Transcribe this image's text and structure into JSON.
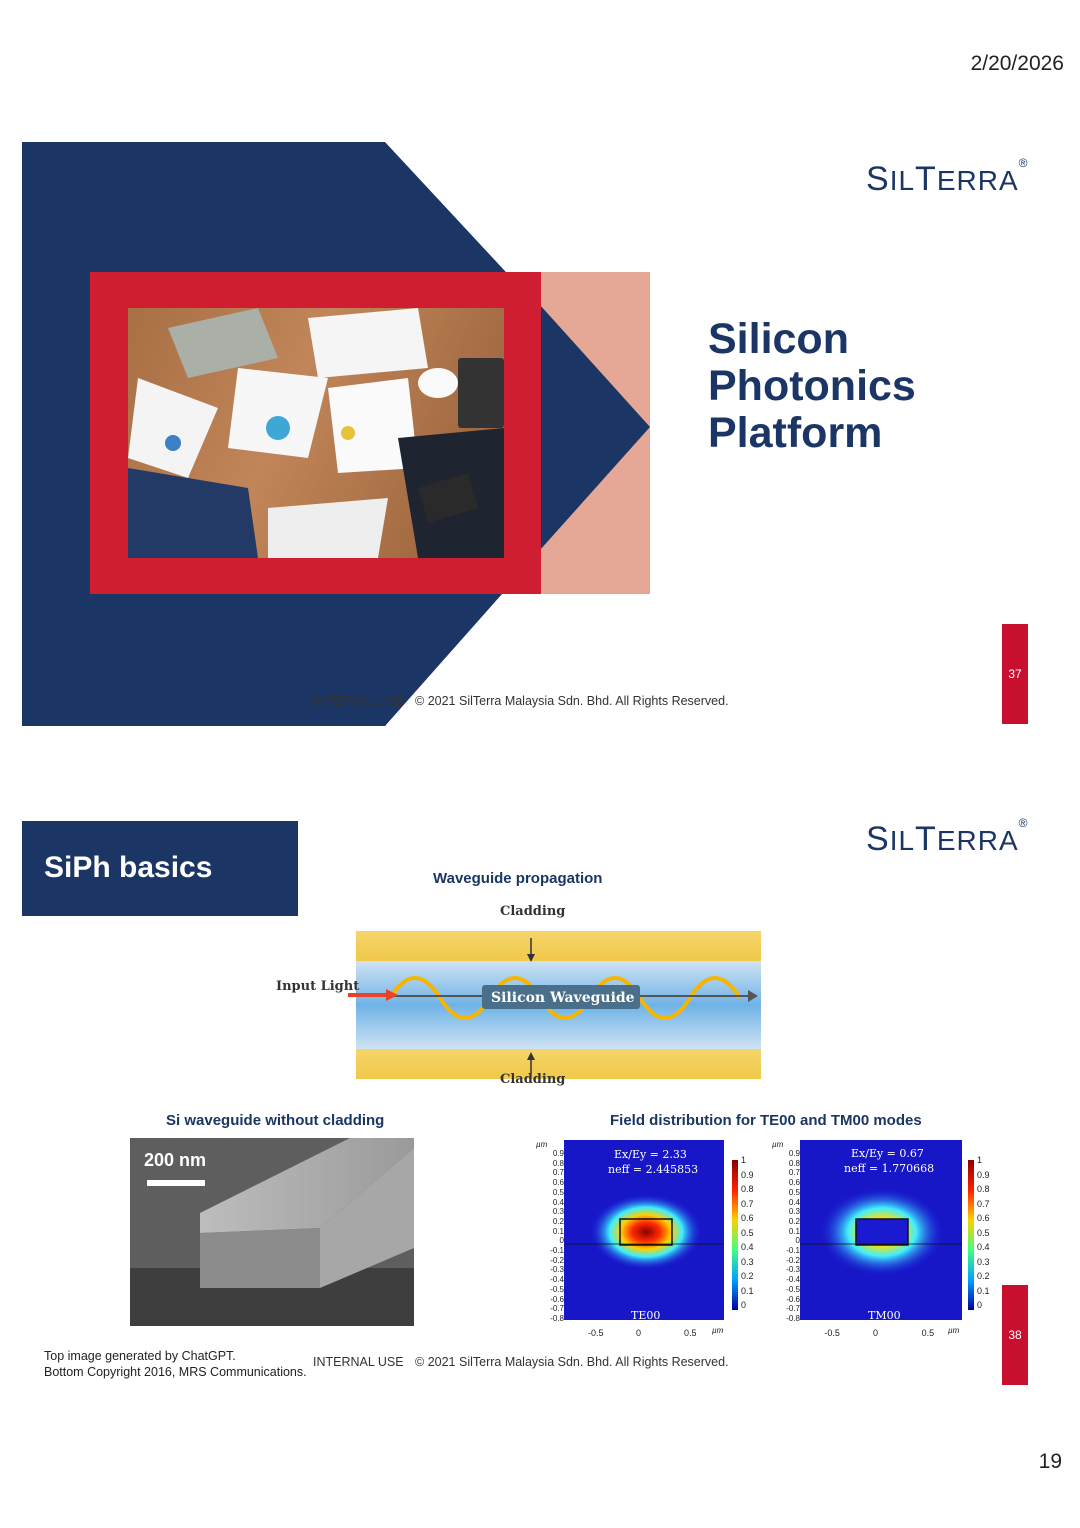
{
  "page": {
    "date": "2/20/2026",
    "number": "19"
  },
  "slide1": {
    "logo": {
      "s": "S",
      "il": "IL",
      "t": "T",
      "erra": "ERRA",
      "reg": "®"
    },
    "title_lines": [
      "Silicon",
      "Photonics",
      "Platform"
    ],
    "footer": {
      "internal": "INTERNAL USE",
      "copyright": "© 2021 SilTerra Malaysia Sdn. Bhd. All Rights Reserved."
    },
    "slide_number": "37",
    "colors": {
      "navy": "#1b3664",
      "red": "#c8102e",
      "peach": "#e5a897"
    }
  },
  "slide2": {
    "logo": {
      "s": "S",
      "il": "IL",
      "t": "T",
      "erra": "ERRA",
      "reg": "®"
    },
    "header": "SiPh basics",
    "waveguide": {
      "caption": "Waveguide propagation",
      "cladding_top": "Cladding",
      "cladding_bottom": "Cladding",
      "input_light": "Input Light",
      "core_label": "Silicon Waveguide"
    },
    "sem": {
      "caption": "Si waveguide without cladding",
      "scale": "200 nm"
    },
    "field": {
      "caption": "Field distribution for TE00 and TM00 modes",
      "unit": "µm",
      "te": {
        "ratio": "Ex/Ey = 2.33",
        "neff": "neff = 2.445853",
        "mode": "TE00"
      },
      "tm": {
        "ratio": "Ex/Ey = 0.67",
        "neff": "neff = 1.770668",
        "mode": "TM00"
      },
      "y_ticks": [
        "0.9",
        "0.8",
        "0.7",
        "0.6",
        "0.5",
        "0.4",
        "0.3",
        "0.2",
        "0.1",
        "0",
        "-0.1",
        "-0.2",
        "-0.3",
        "-0.4",
        "-0.5",
        "-0.6",
        "-0.7",
        "-0.8"
      ],
      "x_ticks": [
        "-0.5",
        "0",
        "0.5"
      ],
      "cbar_ticks": [
        "1",
        "0.9",
        "0.8",
        "0.7",
        "0.6",
        "0.5",
        "0.4",
        "0.3",
        "0.2",
        "0.1",
        "0"
      ]
    },
    "credit_lines": [
      "Top image generated by ChatGPT.",
      "Bottom Copyright 2016, MRS Communications."
    ],
    "footer": {
      "internal": "INTERNAL USE",
      "copyright": "© 2021 SilTerra Malaysia Sdn. Bhd. All Rights Reserved."
    },
    "slide_number": "38"
  }
}
